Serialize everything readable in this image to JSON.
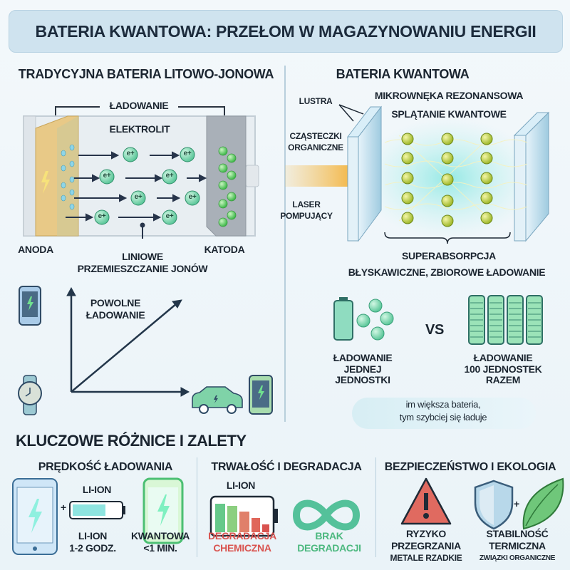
{
  "title": "BATERIA KWANTOWA: PRZEŁOM W MAGAZYNOWANIU ENERGII",
  "left_panel": {
    "heading": "TRADYCYJNA BATERIA LITOWO-JONOWA",
    "charging_label": "ŁADOWANIE",
    "electrolyte_label": "ELEKTROLIT",
    "ion_label": "e+",
    "anode_label": "ANODA",
    "cathode_label": "KATODA",
    "movement_label_1": "LINIOWE",
    "movement_label_2": "PRZEMIESZCZANIE JONÓW",
    "graph_label_1": "POWOLNE",
    "graph_label_2": "ŁADOWANIE"
  },
  "right_panel": {
    "heading": "BATERIA KWANTOWA",
    "mirrors_label": "LUSTRA",
    "cavity_label": "MIKROWNĘKA REZONANSOWA",
    "entanglement_label": "SPLĄTANIE KWANTOWE",
    "molecules_label_1": "CZĄSTECZKI",
    "molecules_label_2": "ORGANICZNE",
    "laser_label_1": "LASER",
    "laser_label_2": "POMPUJĄCY",
    "superabsorption_label": "SUPERABSORPCJA",
    "collective_label": "BŁYSKAWICZNE, ZBIOROWE ŁADOWANIE",
    "single_label": [
      "ŁADOWANIE",
      "JEDNEJ",
      "JEDNOSTKI"
    ],
    "vs_label": "VS",
    "hundred_label": [
      "ŁADOWANIE",
      "100 JEDNOSTEK",
      "RAZEM"
    ],
    "note_1": "im większa bateria,",
    "note_2": "tym szybciej się ładuje"
  },
  "bottom": {
    "heading": "KLUCZOWE RÓŻNICE I ZALETY",
    "speed": {
      "heading": "PRĘDKOŚĆ ŁADOWANIA",
      "battery_label": "LI-ION",
      "liion_label": "LI-ION",
      "liion_time": "1-2 GODZ.",
      "quantum_label": "KWANTOWA",
      "quantum_time": "<1 MIN.",
      "plus": "+"
    },
    "durability": {
      "heading": "TRWAŁOŚĆ I DEGRADACJA",
      "battery_label": "LI-ION",
      "liion_1": "DEGRADACJA",
      "liion_2": "CHEMICZNA",
      "quantum_1": "BRAK",
      "quantum_2": "DEGRADACJI"
    },
    "safety": {
      "heading": "BEZPIECZEŃSTWO I EKOLOGIA",
      "risk_1": "RYZYKO",
      "risk_2": "PRZEGRZANIA",
      "risk_3": "METALE RZADKIE",
      "stable_1": "STABILNOŚĆ",
      "stable_2": "TERMICZNA",
      "stable_3": "ZWIĄZKI ORGANICZNE",
      "plus": "+"
    }
  },
  "colors": {
    "red": "#d9534f",
    "green": "#4cb87f",
    "dark": "#1b2530",
    "banner": "#cfe3ef"
  }
}
